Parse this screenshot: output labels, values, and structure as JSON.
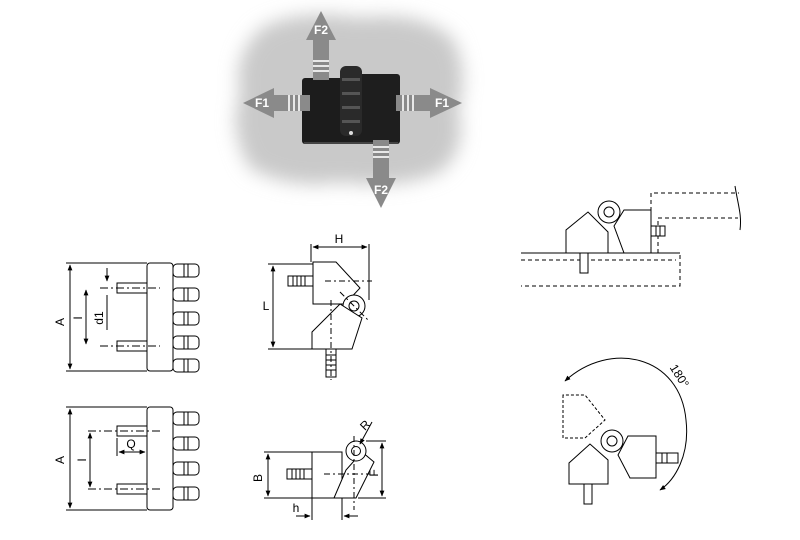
{
  "photo": {
    "force_labels": {
      "f1": "F1",
      "f2": "F2"
    }
  },
  "drawings": {
    "front_view_top": {
      "dim_a": "A",
      "dim_i": "I",
      "dim_d1": "d1"
    },
    "front_view_bottom": {
      "dim_a": "A",
      "dim_i": "I",
      "dim_q": "Q"
    },
    "side_view_top": {
      "dim_h": "H",
      "dim_l": "L"
    },
    "side_view_bottom": {
      "dim_b": "B",
      "dim_h_small": "h",
      "dim_f": "F",
      "dim_r": "R"
    },
    "rotation_view": {
      "angle": "180°"
    }
  },
  "colors": {
    "line": "#000000",
    "part_fill": "#ffffff",
    "photo_bg": "#c9c9c9",
    "hinge_body": "#1c1c1c",
    "arrow": "#8a8a8a"
  }
}
